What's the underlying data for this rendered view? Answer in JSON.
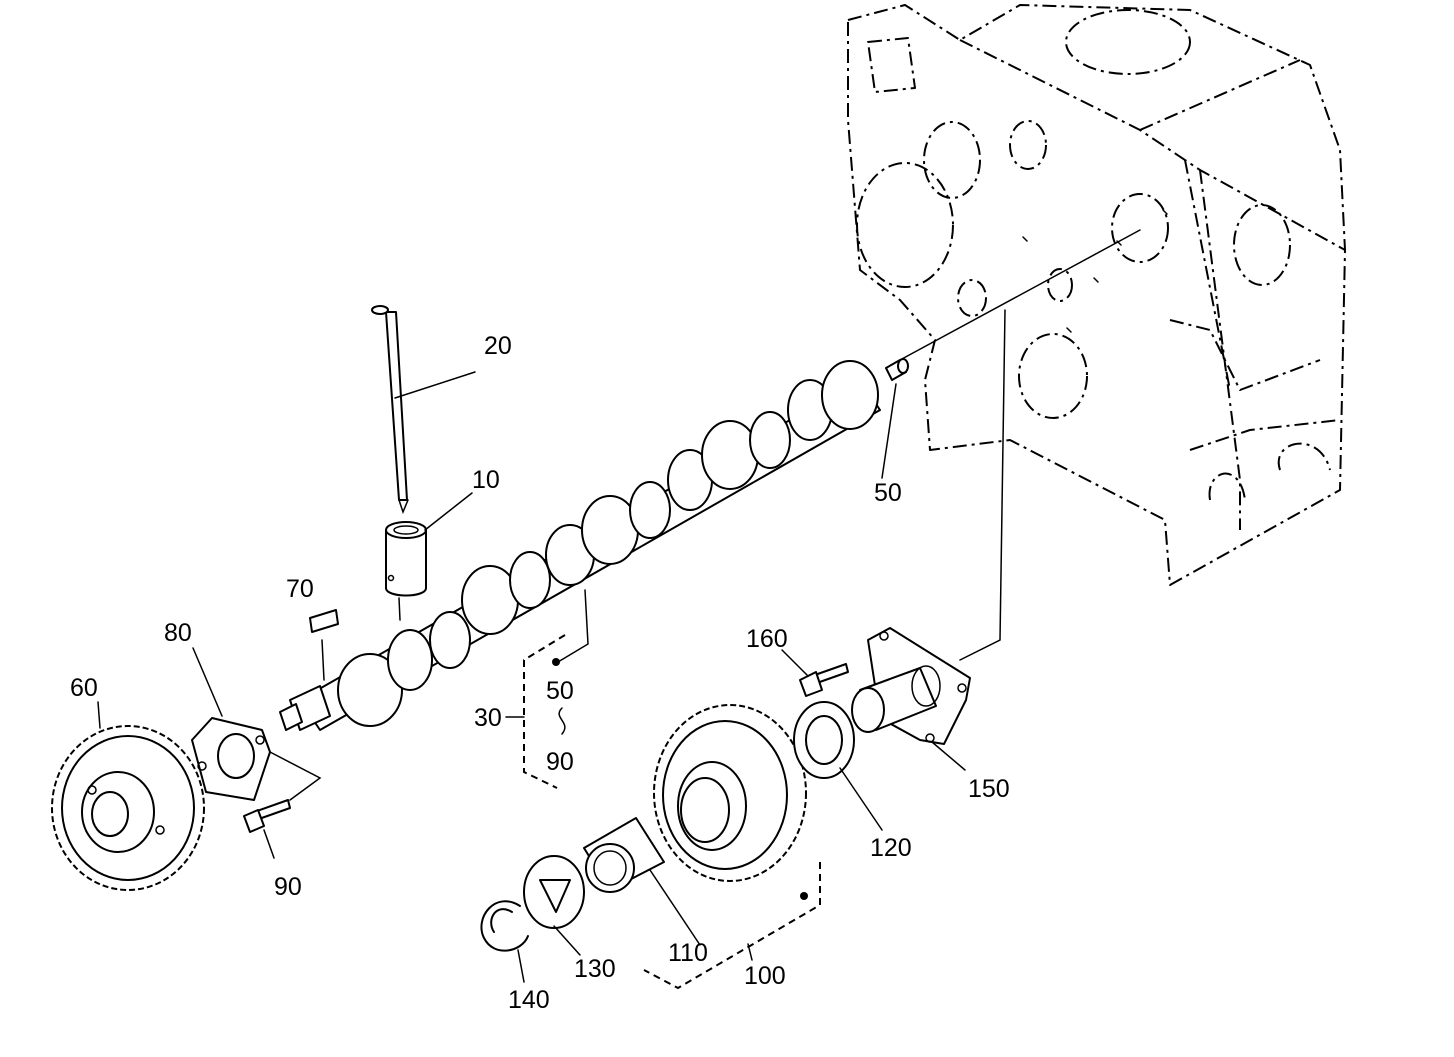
{
  "labels": {
    "l10": "10",
    "l20": "20",
    "l30": "30",
    "l50_top": "50",
    "l50_group": "50",
    "l60": "60",
    "l70": "70",
    "l80": "80",
    "l90_group": "90",
    "l90_bolt": "90",
    "l100": "100",
    "l110": "110",
    "l120": "120",
    "l130": "130",
    "l140": "140",
    "l150": "150",
    "l160": "160"
  }
}
